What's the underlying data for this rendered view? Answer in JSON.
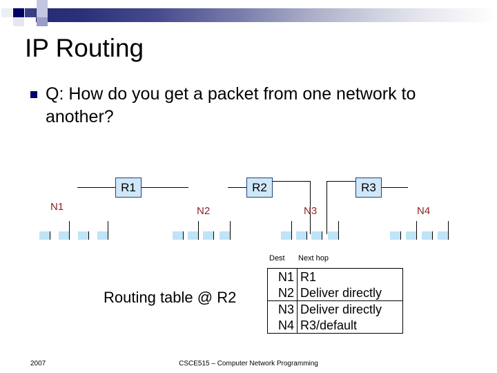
{
  "slide": {
    "title": "IP Routing",
    "bullet": "Q: How do you get a packet from one network to another?"
  },
  "diagram": {
    "routers": [
      {
        "label": "R1"
      },
      {
        "label": "R2"
      },
      {
        "label": "R3"
      }
    ],
    "networks": [
      {
        "label": "N1"
      },
      {
        "label": "N2"
      },
      {
        "label": "N3"
      },
      {
        "label": "N4"
      }
    ]
  },
  "routing_table": {
    "caption": "Routing table @ R2",
    "headers": [
      "Dest",
      "Next hop"
    ],
    "rows": [
      {
        "dest": "N1",
        "next_hop": "R1"
      },
      {
        "dest": "N2",
        "next_hop": "Deliver directly"
      },
      {
        "dest": "N3",
        "next_hop": "Deliver directly"
      },
      {
        "dest": "N4",
        "next_hop": "R3/default"
      }
    ]
  },
  "footer": {
    "date": "2007",
    "center": "CSCE515 – Computer Network Programming"
  },
  "colors": {
    "deco_dark": "#000066",
    "bullet_marker": "#00006b",
    "router_fill": "#cfe7f7",
    "router_border": "#1f3f7a",
    "network_label": "#8b2323",
    "host_fill": "#bfe3f7"
  }
}
